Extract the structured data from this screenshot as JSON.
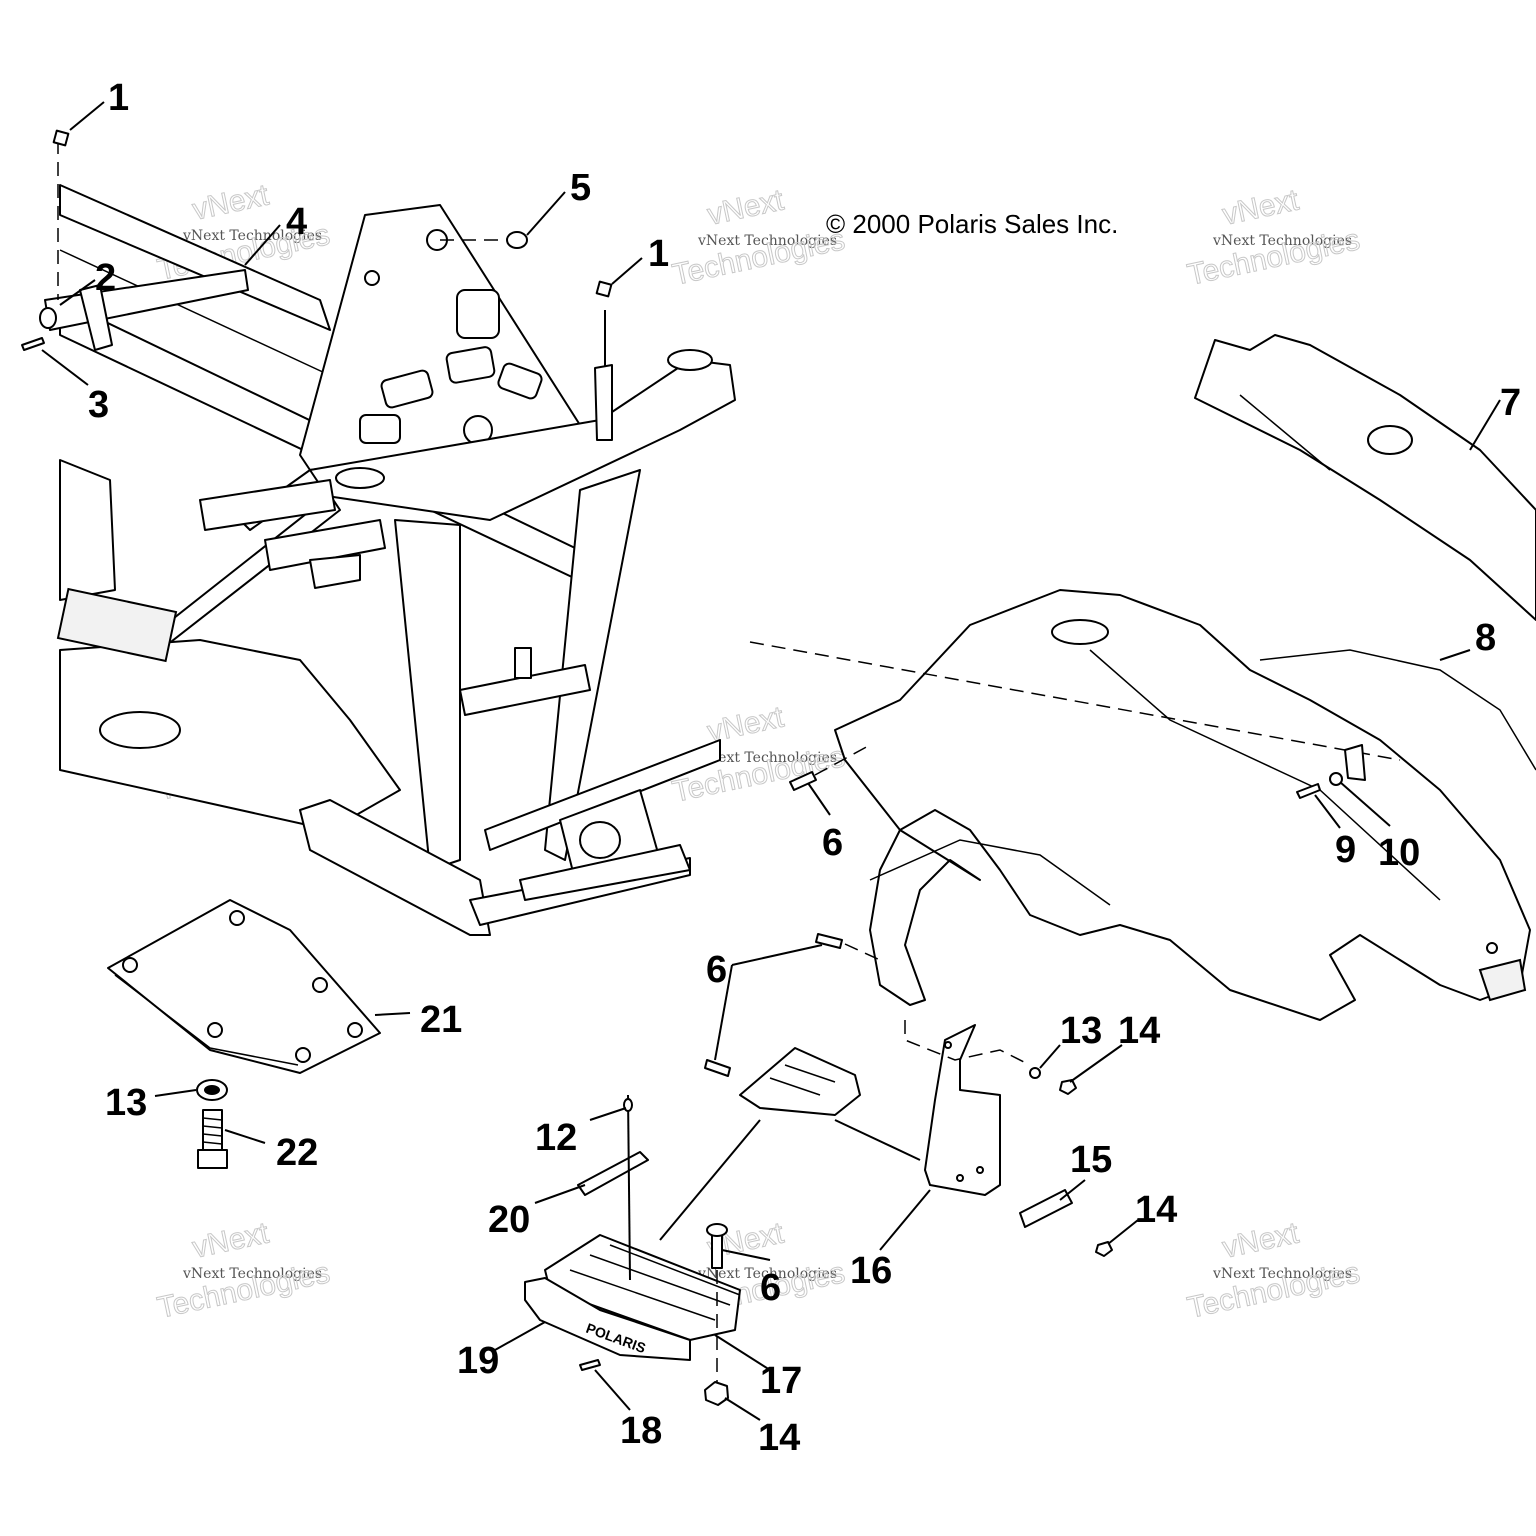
{
  "diagram": {
    "copyright": "© 2000 Polaris Sales Inc.",
    "watermark": {
      "line1": "vNext Technologies",
      "line2": "vNext",
      "line3": "Technologies"
    },
    "callouts": {
      "c1a": "1",
      "c1b": "1",
      "c2": "2",
      "c3": "3",
      "c4": "4",
      "c5": "5",
      "c6a": "6",
      "c6b": "6",
      "c6c": "6",
      "c7": "7",
      "c8": "8",
      "c9": "9",
      "c10": "10",
      "c12": "12",
      "c13a": "13",
      "c13b": "13",
      "c14a": "14",
      "c14b": "14",
      "c14c": "14",
      "c15": "15",
      "c16": "16",
      "c17": "17",
      "c18": "18",
      "c19": "19",
      "c20": "20",
      "c21": "21",
      "c22": "22"
    },
    "footrest_logo": "POLARIS"
  }
}
